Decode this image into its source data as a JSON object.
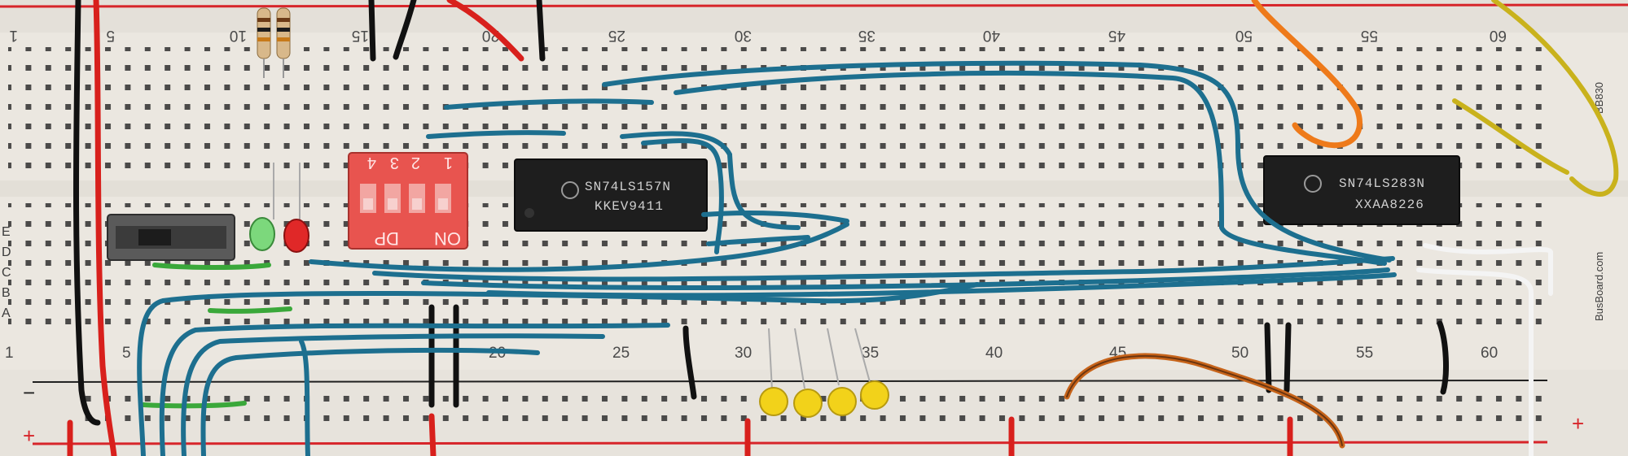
{
  "board": {
    "brand": "BusBoard.com",
    "model": "BB830",
    "row_letters_upper": [
      "E",
      "D",
      "C",
      "B",
      "A"
    ],
    "rail_plus": "+",
    "rail_minus": "−"
  },
  "column_numbers": [
    "1",
    "5",
    "10",
    "15",
    "20",
    "25",
    "30",
    "35",
    "40",
    "45",
    "50",
    "55",
    "60"
  ],
  "components": {
    "chip_left": {
      "line1": "SN74LS157N",
      "line2": "KKEV9411"
    },
    "chip_right": {
      "line1": "SN74LS283N",
      "line2": "XXAA8226"
    },
    "dip_switch": {
      "numbers": [
        "1",
        "2",
        "3",
        "4"
      ],
      "brand": "DP",
      "on_label": "ON"
    },
    "leds_status": [
      "green",
      "red"
    ],
    "leds_output": [
      "yellow",
      "yellow",
      "yellow",
      "yellow"
    ]
  },
  "colors": {
    "wire_blue": "#1d6f8f",
    "wire_red": "#d8201c",
    "wire_black": "#111111",
    "wire_orange": "#ee7a1a",
    "wire_yellow": "#c9b21c",
    "wire_green": "#3aa83a",
    "wire_white": "#f4f4f4",
    "chip_body": "#1e1e1e",
    "dip_body": "#e8544f",
    "rail_red": "#d7252a",
    "rail_blue": "#1f1f1f"
  }
}
